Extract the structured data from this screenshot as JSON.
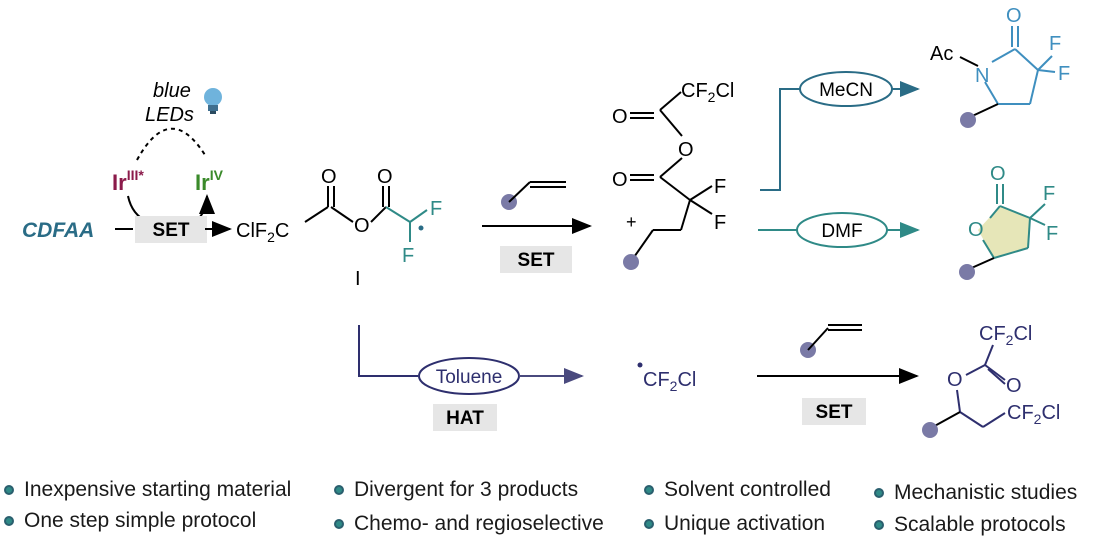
{
  "labels": {
    "blue": "blue",
    "leds": "LEDs",
    "ir": "Ir",
    "ir3_sup": "III*",
    "ir4_sup": "IV",
    "cdfaa": "CDFAA",
    "set": "SET",
    "hat": "HAT",
    "intermediate_I": "I",
    "clf2c": "ClF",
    "sub2": "2",
    "c": "C",
    "cf2cl_cf": "CF",
    "cl": "Cl",
    "f": "F",
    "o": "O",
    "n": "N",
    "ac": "Ac",
    "plus": "+"
  },
  "solvents": {
    "mecn": "MeCN",
    "dmf": "DMF",
    "toluene": "Toluene"
  },
  "colors": {
    "teal": "#2f8a87",
    "blue_dark": "#2a6c86",
    "lactam_blue": "#3f8fbf",
    "ir3": "#8b1a4a",
    "ir4": "#3a8a2a",
    "navy": "#2e2f6e",
    "substituent": "#7a7aa6",
    "lactone_fill": "#e6e6b8"
  },
  "bullets": [
    "Inexpensive starting material",
    "One step simple protocol",
    "Divergent for 3 products",
    "Chemo- and regioselective",
    "Solvent controlled",
    "Unique activation",
    "Mechanistic studies",
    "Scalable protocols"
  ]
}
